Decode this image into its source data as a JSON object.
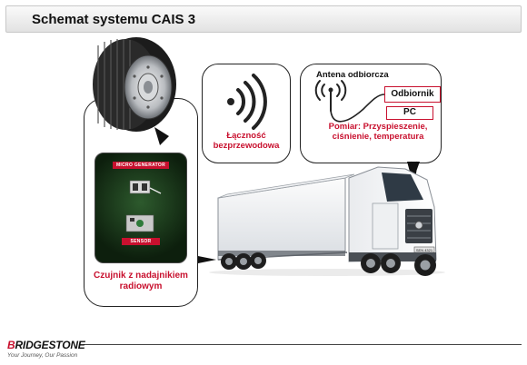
{
  "slide": {
    "title": "Schemat systemu CAIS 3"
  },
  "wireless": {
    "label": "Łączność bezprzewodowa"
  },
  "antenna": {
    "title": "Antena odbiorcza",
    "receiver": "Odbiornik",
    "pc": "PC",
    "measurement": "Pomiar: Przyspieszenie, ciśnienie, temperatura"
  },
  "sensor": {
    "micro_generator": "MICRO GENERATOR",
    "sensor_tag": "SENSOR",
    "label": "Czujnik  z nadajnikiem radiowym"
  },
  "truck": {
    "plate": "SEN 4321"
  },
  "footer": {
    "logo_prefix": "B",
    "logo_rest": "RIDGESTONE",
    "slogan": "Your Journey, Our Passion"
  },
  "colors": {
    "accent_red": "#c8102e",
    "outline": "#222222"
  }
}
